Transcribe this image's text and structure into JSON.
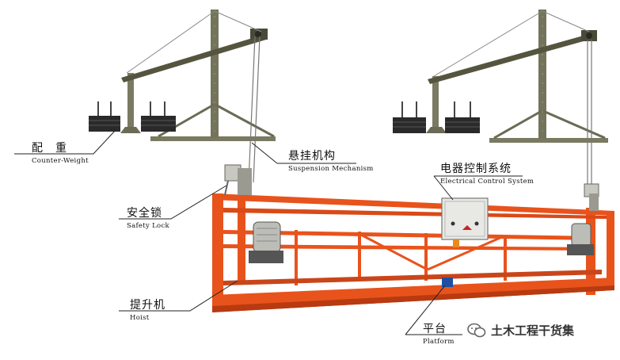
{
  "labels": {
    "counterweight": {
      "zh": "配　重",
      "en": "Counter-Weight"
    },
    "suspension": {
      "zh": "悬挂机构",
      "en": "Suspension Mechanism"
    },
    "electrical": {
      "zh": "电器控制系统",
      "en": "Electrical Control System"
    },
    "safety_lock": {
      "zh": "安全锁",
      "en": "Safety Lock"
    },
    "hoist": {
      "zh": "提升机",
      "en": "Hoist"
    },
    "platform": {
      "zh": "平台",
      "en": "Platform"
    }
  },
  "watermark": {
    "text": "土木工程干货集",
    "icon": "wechat-icon"
  },
  "colors": {
    "frame": "#e8531c",
    "frame_dark": "#b83a10",
    "beam": "#6b6b55",
    "weight": "#2a2a2a",
    "box": "#e8e8e4"
  }
}
